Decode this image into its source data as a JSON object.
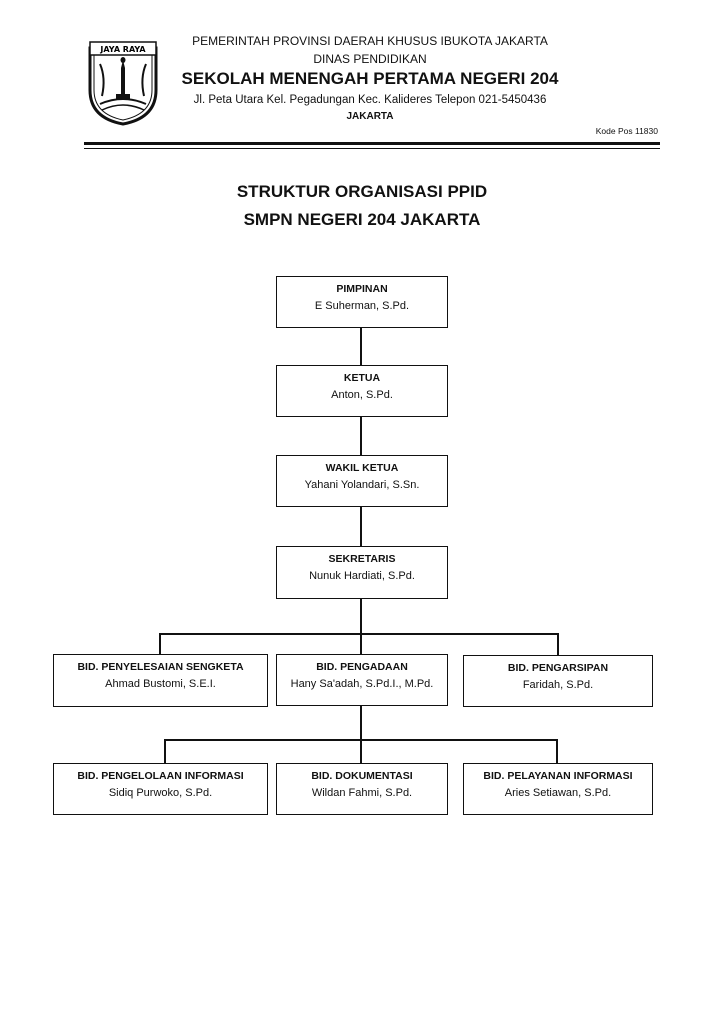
{
  "letterhead": {
    "logo_text": "JAYA RAYA",
    "line1": "PEMERINTAH PROVINSI DAERAH KHUSUS IBUKOTA JAKARTA",
    "line2": "DINAS PENDIDIKAN",
    "school_name": "SEKOLAH MENENGAH PERTAMA NEGERI 204",
    "address": "Jl. Peta Utara Kel. Pegadungan Kec. Kalideres Telepon 021-5450436",
    "city": "JAKARTA",
    "postal_code": "Kode Pos 11830"
  },
  "title": {
    "line1": "STRUKTUR ORGANISASI PPID",
    "line2": "SMPN NEGERI 204 JAKARTA"
  },
  "org": {
    "pimpinan": {
      "role": "PIMPINAN",
      "name": "E Suherman, S.Pd."
    },
    "ketua": {
      "role": "KETUA",
      "name": "Anton, S.Pd."
    },
    "wakil_ketua": {
      "role": "WAKIL KETUA",
      "name": "Yahani Yolandari, S.Sn."
    },
    "sekretaris": {
      "role": "SEKRETARIS",
      "name": "Nunuk Hardiati, S.Pd."
    },
    "row1": [
      {
        "role": "BID. PENYELESAIAN SENGKETA",
        "name": "Ahmad Bustomi, S.E.I."
      },
      {
        "role": "BID. PENGADAAN",
        "name": "Hany Sa'adah, S.Pd.I., M.Pd."
      },
      {
        "role": "BID. PENGARSIPAN",
        "name": "Faridah, S.Pd."
      }
    ],
    "row2": [
      {
        "role": "BID. PENGELOLAAN INFORMASI",
        "name": "Sidiq Purwoko, S.Pd."
      },
      {
        "role": "BID. DOKUMENTASI",
        "name": "Wildan Fahmi, S.Pd."
      },
      {
        "role": "BID. PELAYANAN INFORMASI",
        "name": "Aries Setiawan, S.Pd."
      }
    ]
  }
}
